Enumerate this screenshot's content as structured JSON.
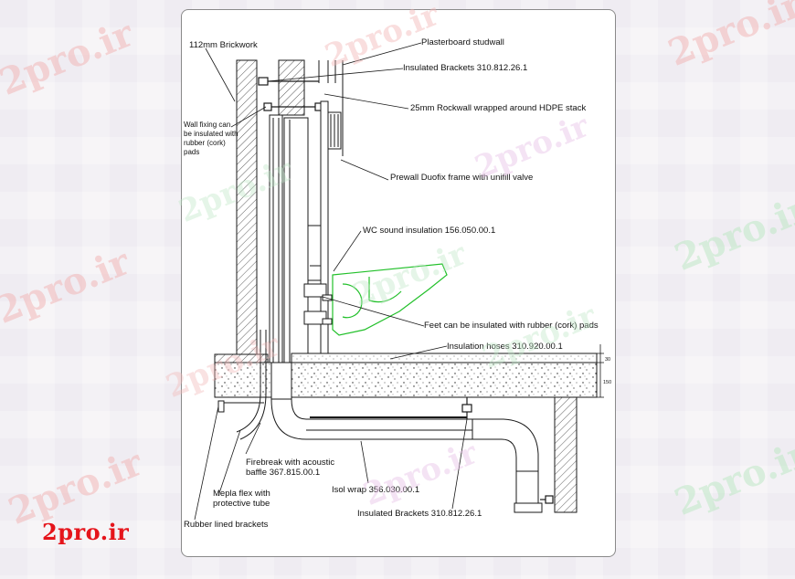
{
  "watermark": {
    "text": "2pro.ir"
  },
  "brand_logo": "2pro.ir",
  "labels": {
    "brickwork": "112mm Brickwork",
    "plasterboard": "Plasterboard studwall",
    "insulated_brackets_top": "Insulated Brackets 310.812.26.1",
    "rockwall": "25mm Rockwall wrapped around HDPE stack",
    "wall_fixing": "Wall fixing can be insulated with rubber (cork) pads",
    "prewall": "Prewall Duofix frame with unifill valve",
    "wc_sound": "WC sound insulation 156.050.00.1",
    "feet": "Feet can be insulated with rubber (cork) pads",
    "insulation_hoses": "Insulation hoses 310.920.00.1",
    "firebreak": "Firebreak with acoustic baffle 367.815.00.1",
    "mepla": "Mepla flex with protective tube",
    "isol_wrap": "Isol wrap 356.030.00.1",
    "insulated_brackets_bottom": "Insulated Brackets 310.812.26.1",
    "rubber_brackets": "Rubber lined brackets",
    "dim_top": "30",
    "dim_bottom": "150"
  },
  "colors": {
    "line": "#1a1a1a",
    "wc_green": "#22c02a",
    "brand_red": "#e5141b",
    "watermark_red": "#f2b8b8"
  }
}
